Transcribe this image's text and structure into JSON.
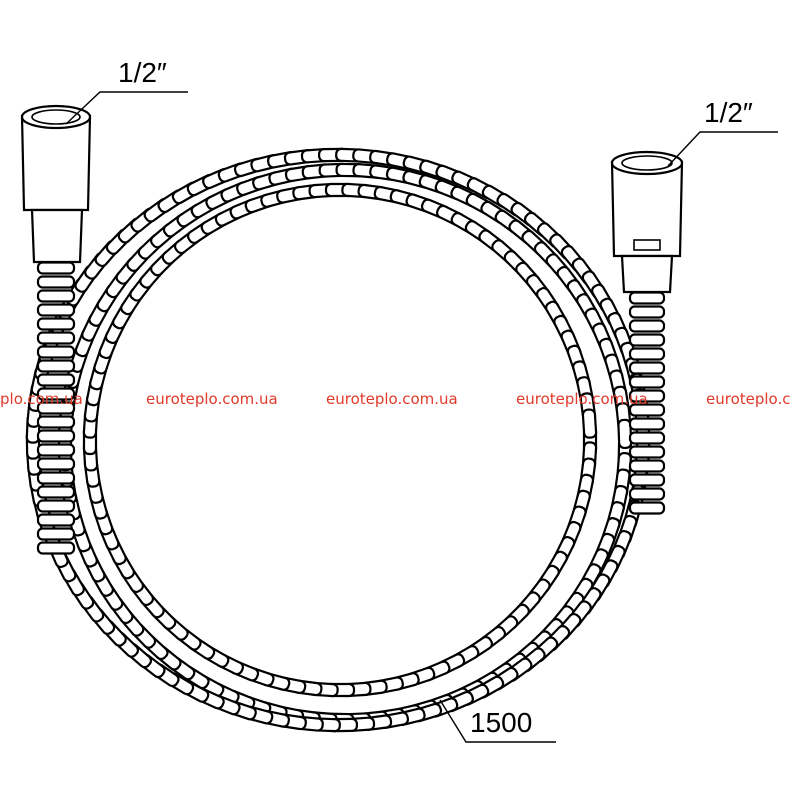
{
  "labels": {
    "left_thread": "1/2″",
    "right_thread": "1/2″",
    "length": "1500"
  },
  "watermark": {
    "text": "euroteplo.com.ua",
    "partial_left": "plo.com.ua",
    "partial_right": "euroteplo.c",
    "color": "#e03a2a"
  },
  "colors": {
    "line": "#000000",
    "background": "#ffffff"
  }
}
